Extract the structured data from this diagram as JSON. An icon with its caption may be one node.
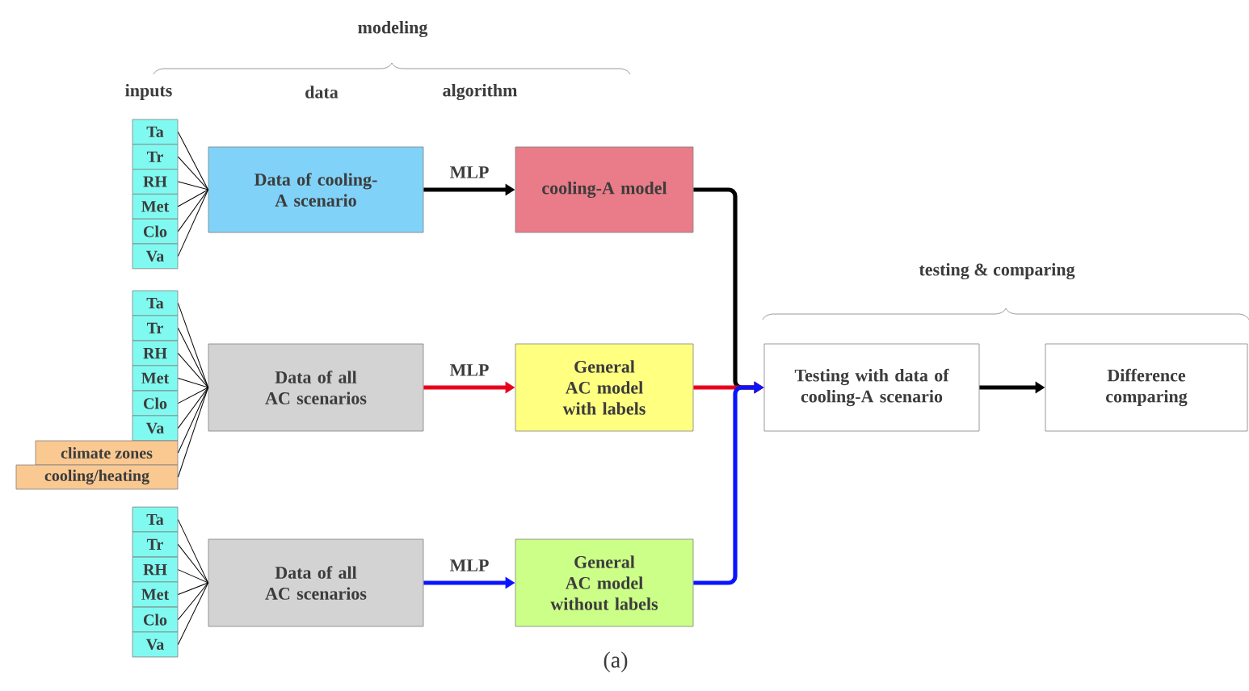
{
  "diagram": {
    "nodes": [
      {
        "text": [
          "Ta"
        ]
      },
      {
        "text": [
          "Tr"
        ]
      },
      {
        "text": [
          "RH"
        ]
      },
      {
        "text": [
          "Met"
        ]
      },
      {
        "text": [
          "Clo"
        ]
      },
      {
        "text": [
          "Va"
        ]
      },
      {
        "text": [
          "Data of cooling-A scenario"
        ]
      },
      {
        "text": [
          "cooling-A model"
        ]
      },
      {
        "text": [
          "Ta"
        ]
      },
      {
        "text": [
          "Tr"
        ]
      },
      {
        "text": [
          "RH"
        ]
      },
      {
        "text": [
          "Met"
        ]
      },
      {
        "text": [
          "Clo"
        ]
      },
      {
        "text": [
          "Va"
        ]
      },
      {
        "text": [
          "climate zones"
        ]
      },
      {
        "text": [
          "cooling/heating"
        ]
      },
      {
        "text": [
          "Data of all AC scenarios"
        ]
      },
      {
        "text": [
          "General AC model with labels"
        ]
      },
      {
        "text": [
          "Testing with data of cooling-A scenario"
        ]
      },
      {
        "text": [
          "Difference comparing"
        ]
      },
      {
        "text": [
          "Ta"
        ]
      },
      {
        "text": [
          "Tr"
        ]
      },
      {
        "text": [
          "RH"
        ]
      },
      {
        "text": [
          "Met"
        ]
      },
      {
        "text": [
          "Clo"
        ]
      },
      {
        "text": [
          "Va"
        ]
      },
      {
        "text": [
          "Data of all AC scenarios"
        ]
      },
      {
        "text": [
          "General AC model without labels"
        ]
      }
    ],
    "edges": [
      {
        "from": 0,
        "to": 6,
        "arrow": "none"
      },
      {
        "from": 1,
        "to": 6,
        "arrow": "none"
      },
      {
        "from": 2,
        "to": 6,
        "arrow": "none"
      },
      {
        "from": 3,
        "to": 6,
        "arrow": "none"
      },
      {
        "from": 4,
        "to": 6,
        "arrow": "none"
      },
      {
        "from": 5,
        "to": 6,
        "arrow": "none"
      },
      {
        "from": 6,
        "to": 7,
        "arrow": "to",
        "label": "MLP",
        "style": "thick"
      },
      {
        "from": 8,
        "to": 16,
        "arrow": "none"
      },
      {
        "from": 9,
        "to": 16,
        "arrow": "none"
      },
      {
        "from": 10,
        "to": 16,
        "arrow": "none"
      },
      {
        "from": 11,
        "to": 16,
        "arrow": "none"
      },
      {
        "from": 12,
        "to": 16,
        "arrow": "none"
      },
      {
        "from": 13,
        "to": 16,
        "arrow": "none"
      },
      {
        "from": 14,
        "to": 16,
        "arrow": "none"
      },
      {
        "from": 15,
        "to": 16,
        "arrow": "none"
      },
      {
        "from": 16,
        "to": 17,
        "arrow": "to",
        "label": "MLP",
        "style": "thick",
        "color": "#e8001c"
      },
      {
        "from": 20,
        "to": 26,
        "arrow": "none"
      },
      {
        "from": 21,
        "to": 26,
        "arrow": "none"
      },
      {
        "from": 22,
        "to": 26,
        "arrow": "none"
      },
      {
        "from": 23,
        "to": 26,
        "arrow": "none"
      },
      {
        "from": 24,
        "to": 26,
        "arrow": "none"
      },
      {
        "from": 25,
        "to": 26,
        "arrow": "none"
      },
      {
        "from": 26,
        "to": 27,
        "arrow": "to",
        "label": "MLP",
        "style": "thick",
        "color": "#0a14ff"
      },
      {
        "from": 7,
        "to": 18,
        "arrow": "to",
        "style": "thick"
      },
      {
        "from": 17,
        "to": 18,
        "arrow": "to",
        "style": "thick",
        "color": "#e8001c"
      },
      {
        "from": 27,
        "to": 18,
        "arrow": "to",
        "style": "thick",
        "color": "#0a14ff"
      },
      {
        "from": 18,
        "to": 19,
        "arrow": "to",
        "style": "thick"
      }
    ],
    "labels": [
      "modeling",
      "inputs",
      "data",
      "algorithm",
      "testing & comparing",
      "(a)"
    ]
  }
}
